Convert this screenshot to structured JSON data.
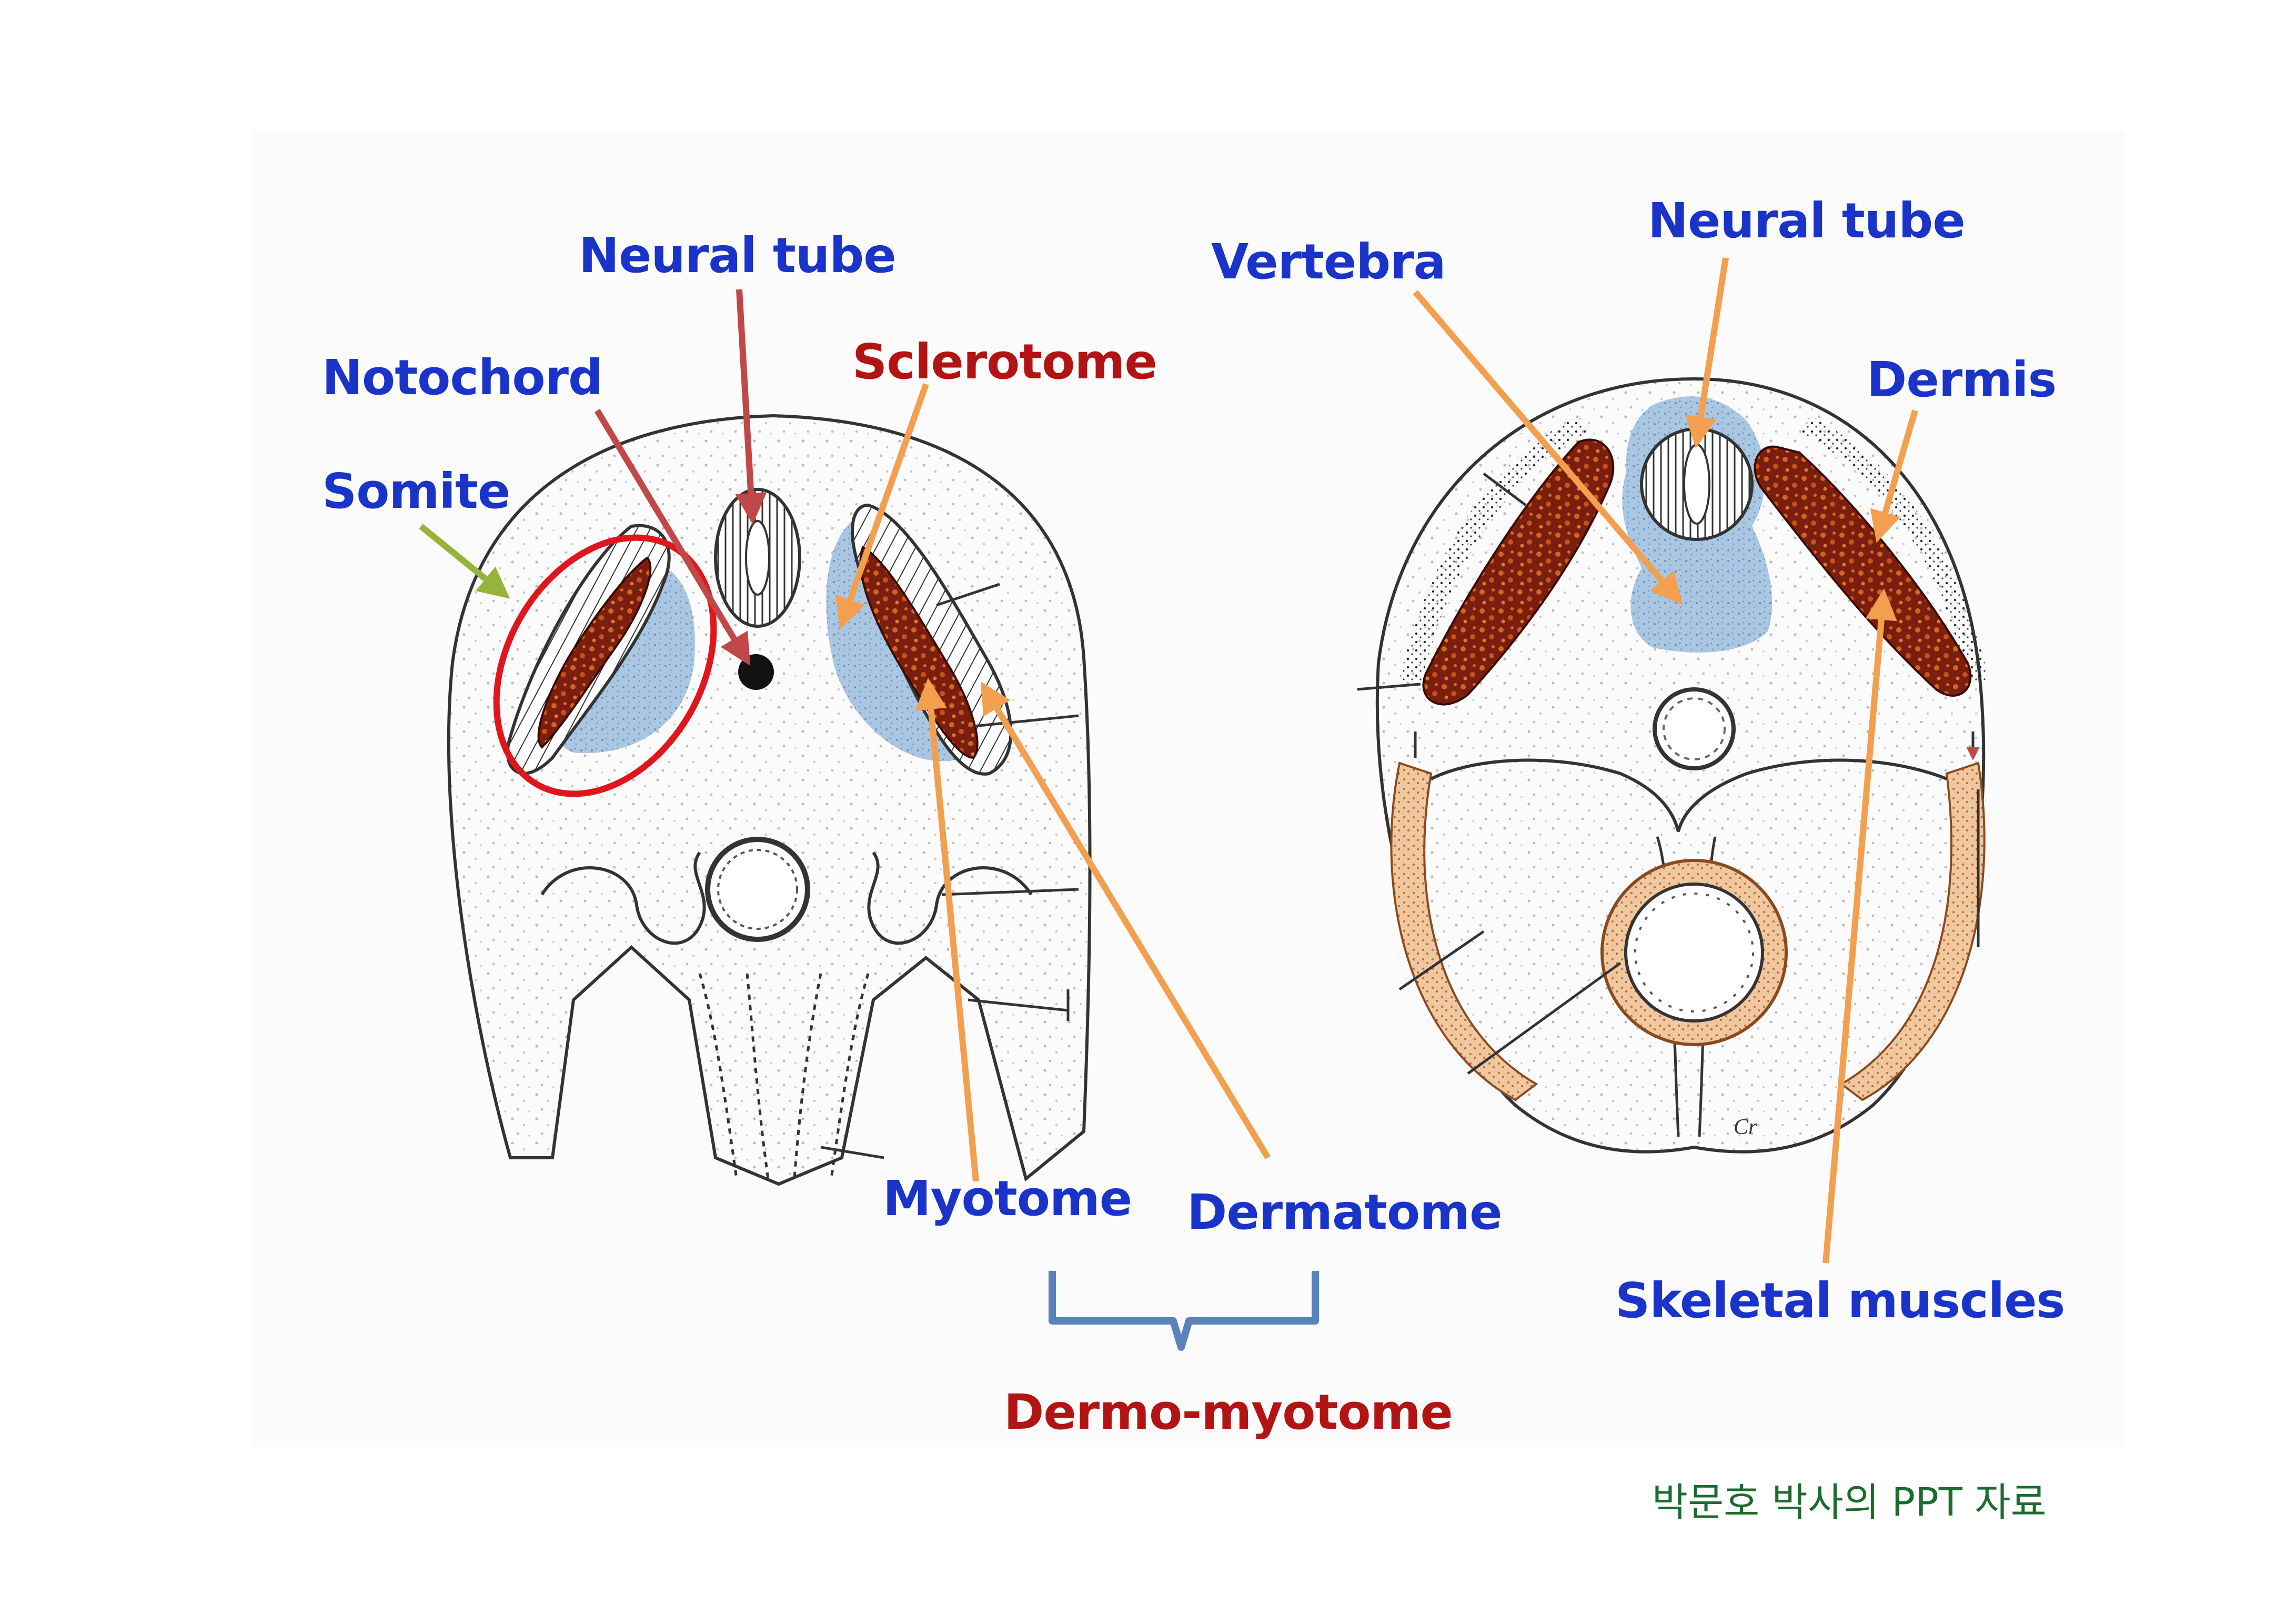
{
  "colors": {
    "label_blue": "#1a33c9",
    "label_red": "#b21414",
    "arrow_orange": "#f2a050",
    "arrow_red": "#c04848",
    "arrow_green": "#96b43c",
    "somite_circle": "#e0161c",
    "bracket": "#5a82bc",
    "blue_tissue": "#8fb4d8",
    "muscle_brown": "#7a1e10",
    "credit_green": "#1d6b2e"
  },
  "left_section": {
    "labels": {
      "neural_tube": "Neural tube",
      "notochord": "Notochord",
      "somite": "Somite",
      "sclerotome": "Sclerotome",
      "myotome": "Myotome",
      "dermatome": "Dermatome"
    }
  },
  "right_section": {
    "labels": {
      "vertebra": "Vertebra",
      "neural_tube": "Neural tube",
      "dermis": "Dermis",
      "skeletal_muscles": "Skeletal muscles"
    },
    "artist_mark": "Cr"
  },
  "bracket": {
    "label": "Dermo-myotome"
  },
  "credit": "박문호 박사의 PPT 자료"
}
